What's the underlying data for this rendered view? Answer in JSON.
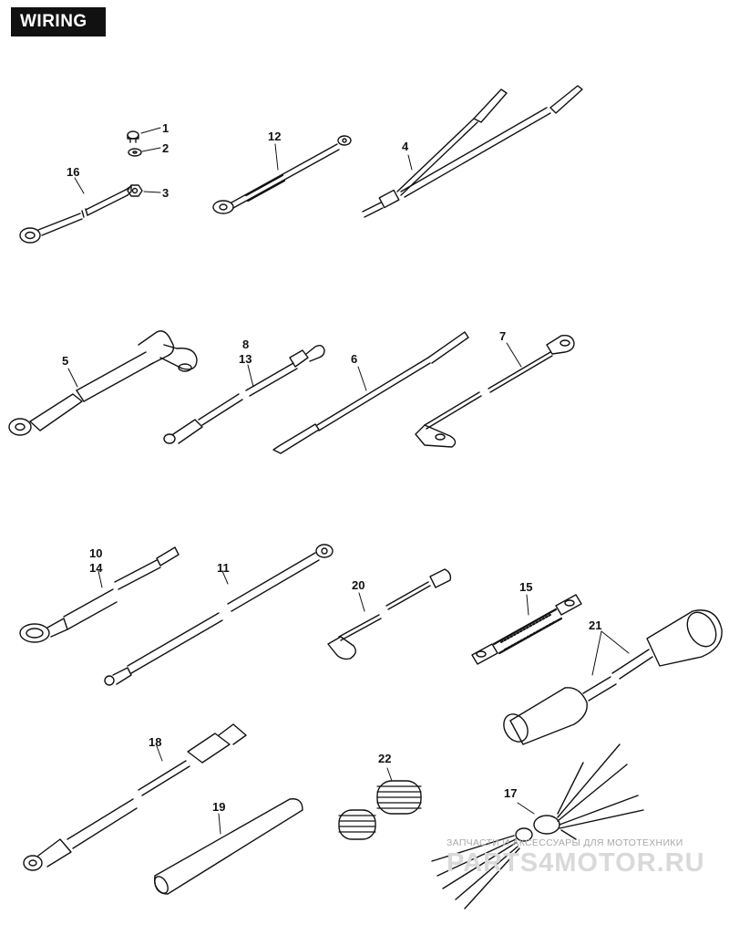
{
  "header": {
    "title": "WIRING"
  },
  "callouts": {
    "c1": "1",
    "c2": "2",
    "c3": "3",
    "c4": "4",
    "c5": "5",
    "c6": "6",
    "c7": "7",
    "c8": "8",
    "c13": "13",
    "c10": "10",
    "c14": "14",
    "c11": "11",
    "c12": "12",
    "c15": "15",
    "c16": "16",
    "c17": "17",
    "c18": "18",
    "c19": "19",
    "c20": "20",
    "c21": "21",
    "c22": "22"
  },
  "watermark": {
    "line1": "ЗАПЧАСТИ И АКСЕССУАРЫ ДЛЯ МОТОТЕХНИКИ",
    "line2": "PARTS4MOTOR.RU"
  }
}
